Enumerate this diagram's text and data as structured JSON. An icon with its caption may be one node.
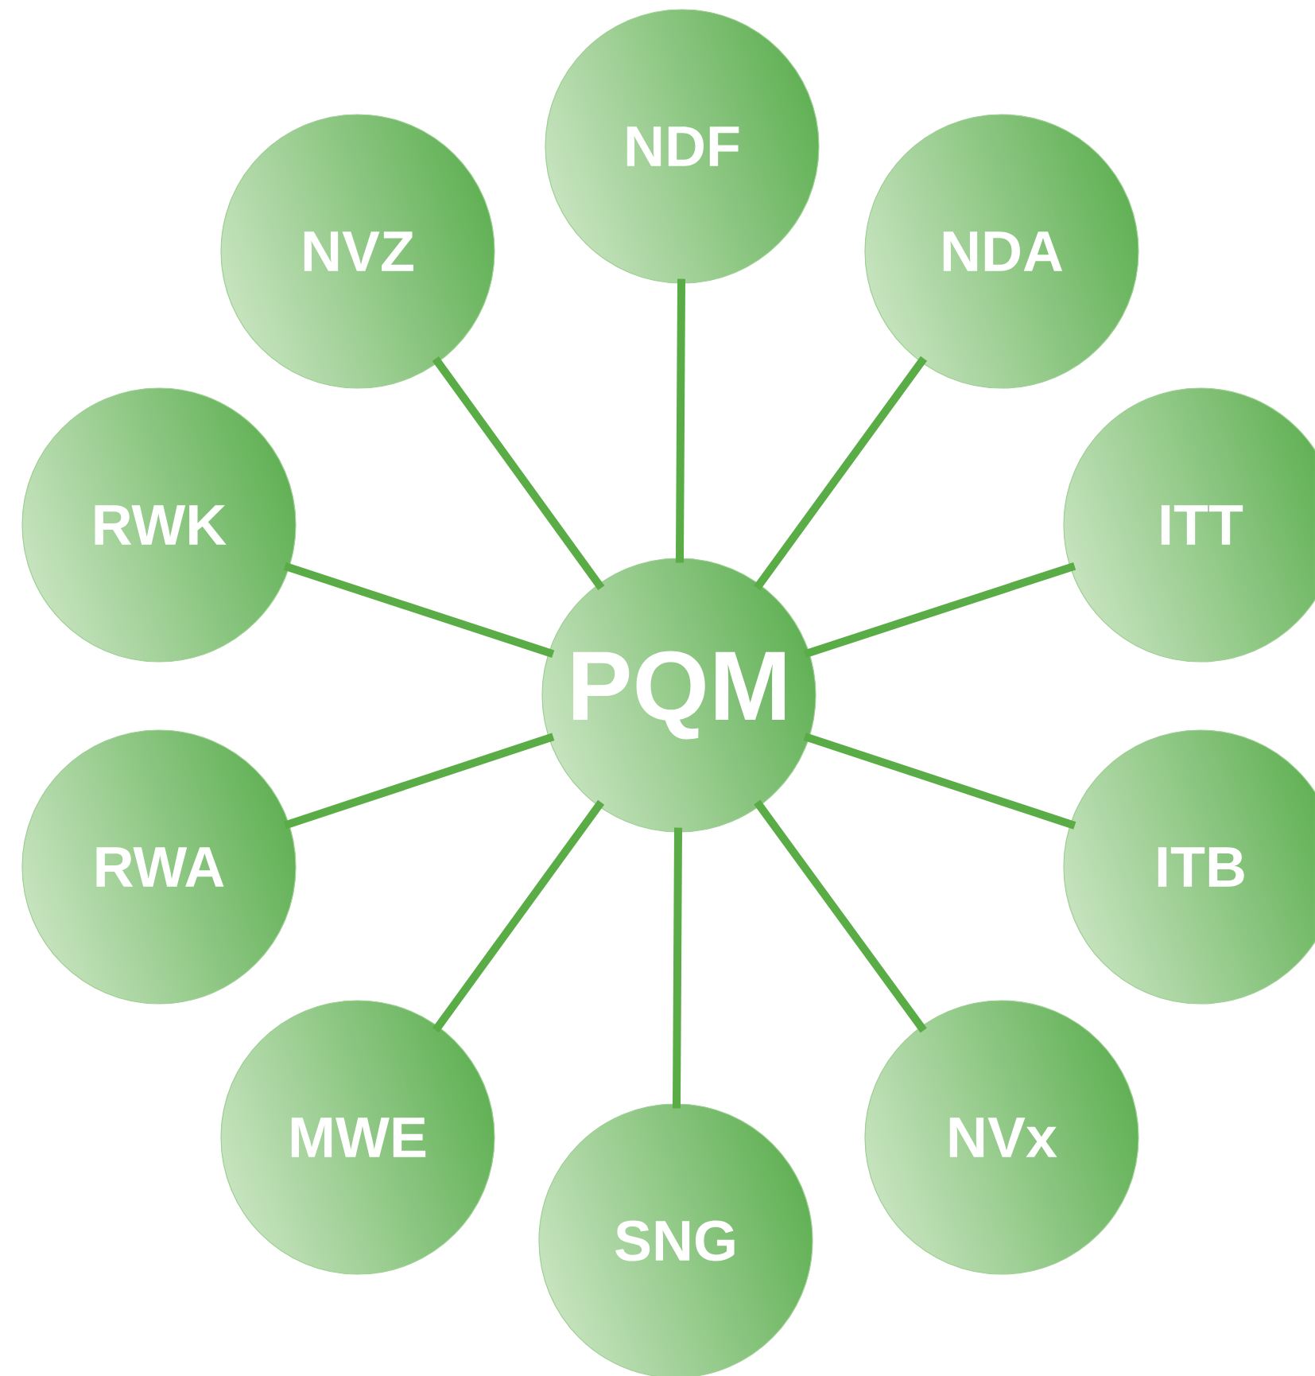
{
  "diagram": {
    "nodes": [
      {
        "text": [
          "NDF"
        ]
      },
      {
        "text": [
          "NVZ"
        ]
      },
      {
        "text": [
          "NDA"
        ]
      },
      {
        "text": [
          "RWK"
        ]
      },
      {
        "text": [
          "ITT"
        ]
      },
      {
        "text": [
          "PQM"
        ]
      },
      {
        "text": [
          "RWA"
        ]
      },
      {
        "text": [
          "ITB"
        ]
      },
      {
        "text": [
          "MWE"
        ]
      },
      {
        "text": [
          "NVx"
        ]
      },
      {
        "text": [
          "SNG"
        ]
      }
    ],
    "edges": [
      {
        "from": 5,
        "to": 0,
        "arrow": "none"
      },
      {
        "from": 5,
        "to": 1,
        "arrow": "none"
      },
      {
        "from": 5,
        "to": 2,
        "arrow": "none"
      },
      {
        "from": 5,
        "to": 3,
        "arrow": "none"
      },
      {
        "from": 5,
        "to": 4,
        "arrow": "none"
      },
      {
        "from": 5,
        "to": 6,
        "arrow": "none"
      },
      {
        "from": 5,
        "to": 7,
        "arrow": "none"
      },
      {
        "from": 5,
        "to": 8,
        "arrow": "none"
      },
      {
        "from": 5,
        "to": 9,
        "arrow": "none"
      },
      {
        "from": 5,
        "to": 10,
        "arrow": "none"
      }
    ]
  }
}
